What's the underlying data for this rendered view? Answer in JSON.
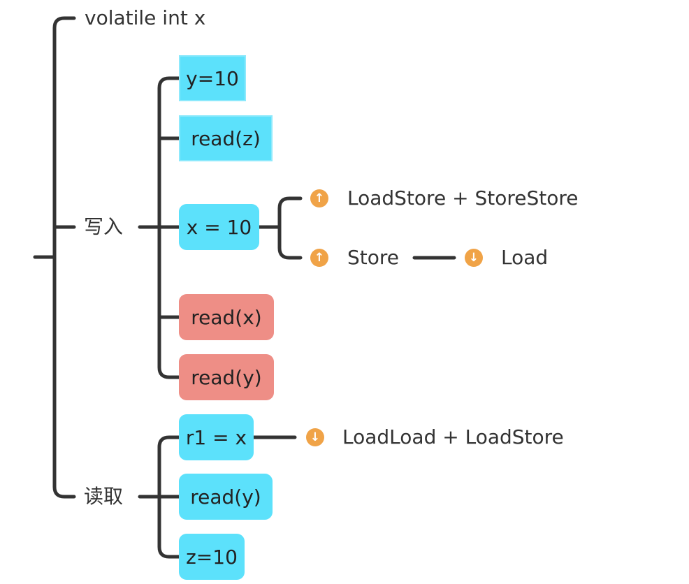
{
  "root": {
    "title": "volatile int x",
    "write_label": "写入",
    "read_label": "读取"
  },
  "write": {
    "nodes": [
      "y=10",
      "read(z)",
      "x = 10",
      "read(x)",
      "read(y)"
    ],
    "barrier_before": "LoadStore + StoreStore",
    "barrier_store": "Store",
    "barrier_load": "Load"
  },
  "read": {
    "nodes": [
      "r1 = x",
      "read(y)",
      "z=10"
    ],
    "barrier_after": "LoadLoad + LoadStore"
  },
  "icons": {
    "up": "arrow-up-icon",
    "down": "arrow-down-icon"
  },
  "colors": {
    "cyan_node": "#5ce1fb",
    "pink_node": "#ee8e86",
    "marker": "#f0a347",
    "branch_line": "#333333"
  }
}
